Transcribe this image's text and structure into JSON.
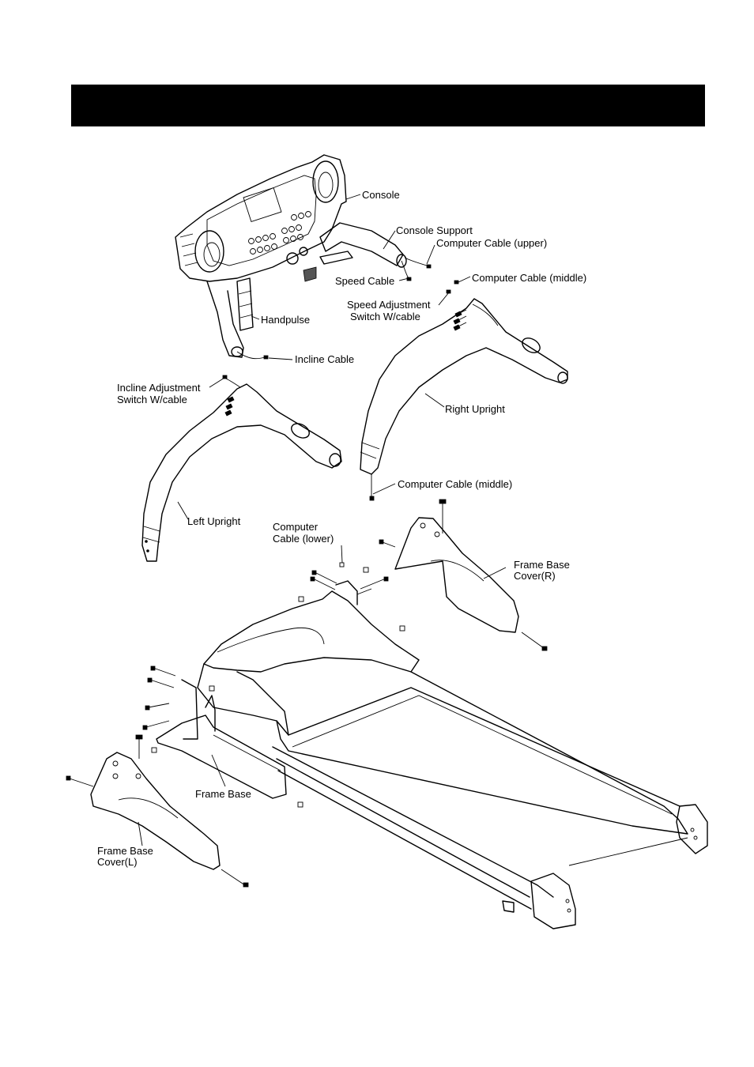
{
  "labels": {
    "console": "Console",
    "console_support": "Console Support",
    "computer_cable_upper": "Computer Cable (upper)",
    "speed_cable": "Speed Cable",
    "computer_cable_middle_top": "Computer Cable (middle)",
    "speed_adjustment_line1": "Speed Adjustment",
    "speed_adjustment_line2": "Switch  W/cable",
    "handpulse": "Handpulse",
    "incline_cable": "Incline Cable",
    "incline_adjustment_line1": "Incline Adjustment",
    "incline_adjustment_line2": "Switch  W/cable",
    "right_upright": "Right Upright",
    "computer_cable_middle_bottom": "Computer Cable (middle)",
    "left_upright": "Left Upright",
    "computer_cable_lower_line1": "Computer",
    "computer_cable_lower_line2": "Cable (lower)",
    "frame_base_cover_r_line1": "Frame Base",
    "frame_base_cover_r_line2": "Cover(R)",
    "frame_base": "Frame Base",
    "frame_base_cover_l_line1": "Frame Base",
    "frame_base_cover_l_line2": "Cover(L)"
  }
}
